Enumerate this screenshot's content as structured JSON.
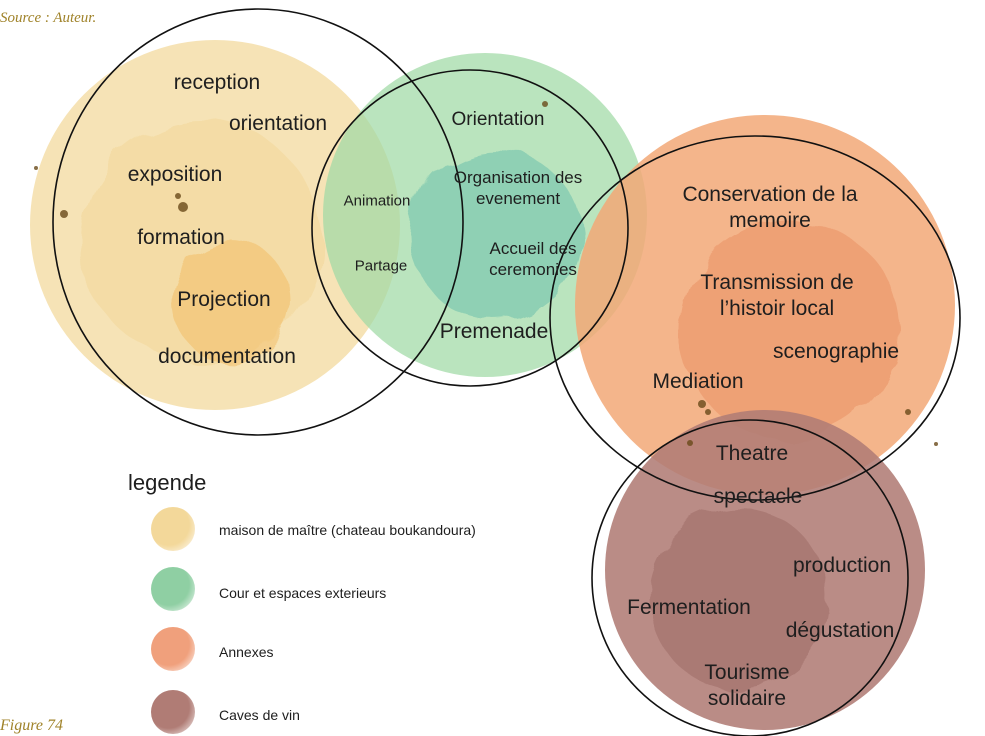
{
  "source": "Source : Auteur.",
  "caption": "Figure 74",
  "circles": {
    "maison": {
      "color": "#f3d89a",
      "labels": [
        "reception",
        "orientation",
        "exposition",
        "formation",
        "Projection",
        "documentation"
      ]
    },
    "cour": {
      "color": "#9fd9a5",
      "labels": [
        "Orientation",
        "Organisation des evenement",
        "Accueil des ceremonies",
        "Premenade"
      ]
    },
    "overlap_maison_cour": {
      "labels": [
        "Animation",
        "Partage"
      ]
    },
    "annexes": {
      "color": "#f2a877",
      "labels": [
        "Conservation de la memoire",
        "Transmission  de l’histoir local",
        "scenographie",
        "Mediation"
      ]
    },
    "caves": {
      "color": "#b07c75",
      "labels": [
        "Theatre",
        "spectacle",
        "production",
        "Fermentation",
        "dégustation",
        "Tourisme solidaire"
      ]
    }
  },
  "legend": {
    "title": "legende",
    "items": [
      {
        "label": "maison de maître (chateau boukandoura)",
        "color": "#f3d89a"
      },
      {
        "label": "Cour et espaces exterieurs",
        "color": "#8fcfa3"
      },
      {
        "label": "Annexes",
        "color": "#f0a07c"
      },
      {
        "label": "Caves de vin",
        "color": "#b07c75"
      }
    ]
  }
}
